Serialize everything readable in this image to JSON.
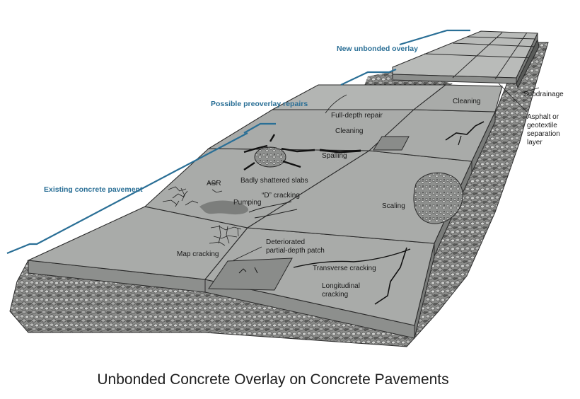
{
  "callouts": {
    "overlay": "New unbonded overlay",
    "repairs": "Possible preoverlay repairs",
    "existing": "Existing concrete pavement"
  },
  "labels": {
    "subdrainage": "Subdrainage",
    "separation_1": "Asphalt or",
    "separation_2": "geotextile",
    "separation_3": "separation",
    "separation_4": "layer",
    "cleaning_top": "Cleaning",
    "full_depth": "Full-depth repair",
    "cleaning_mid": "Cleaning",
    "spalling": "Spalling",
    "asr": "ASR",
    "shattered": "Badly shattered slabs",
    "d_cracking": "“D” cracking",
    "pumping": "Pumping",
    "scaling": "Scaling",
    "map_cracking": "Map cracking",
    "deteriorated_1": "Deteriorated",
    "deteriorated_2": "partial-depth patch",
    "transverse": "Transverse cracking",
    "longitudinal_1": "Longitudinal",
    "longitudinal_2": "cracking"
  },
  "caption": "Unbonded Concrete Overlay on Concrete Pavements",
  "colors": {
    "callout_blue": "#2a6f96",
    "slab_top": "#a9aba9",
    "slab_side": "#8d8f8d",
    "patch": "#8a8c8a",
    "gravel": "#6f706e"
  }
}
